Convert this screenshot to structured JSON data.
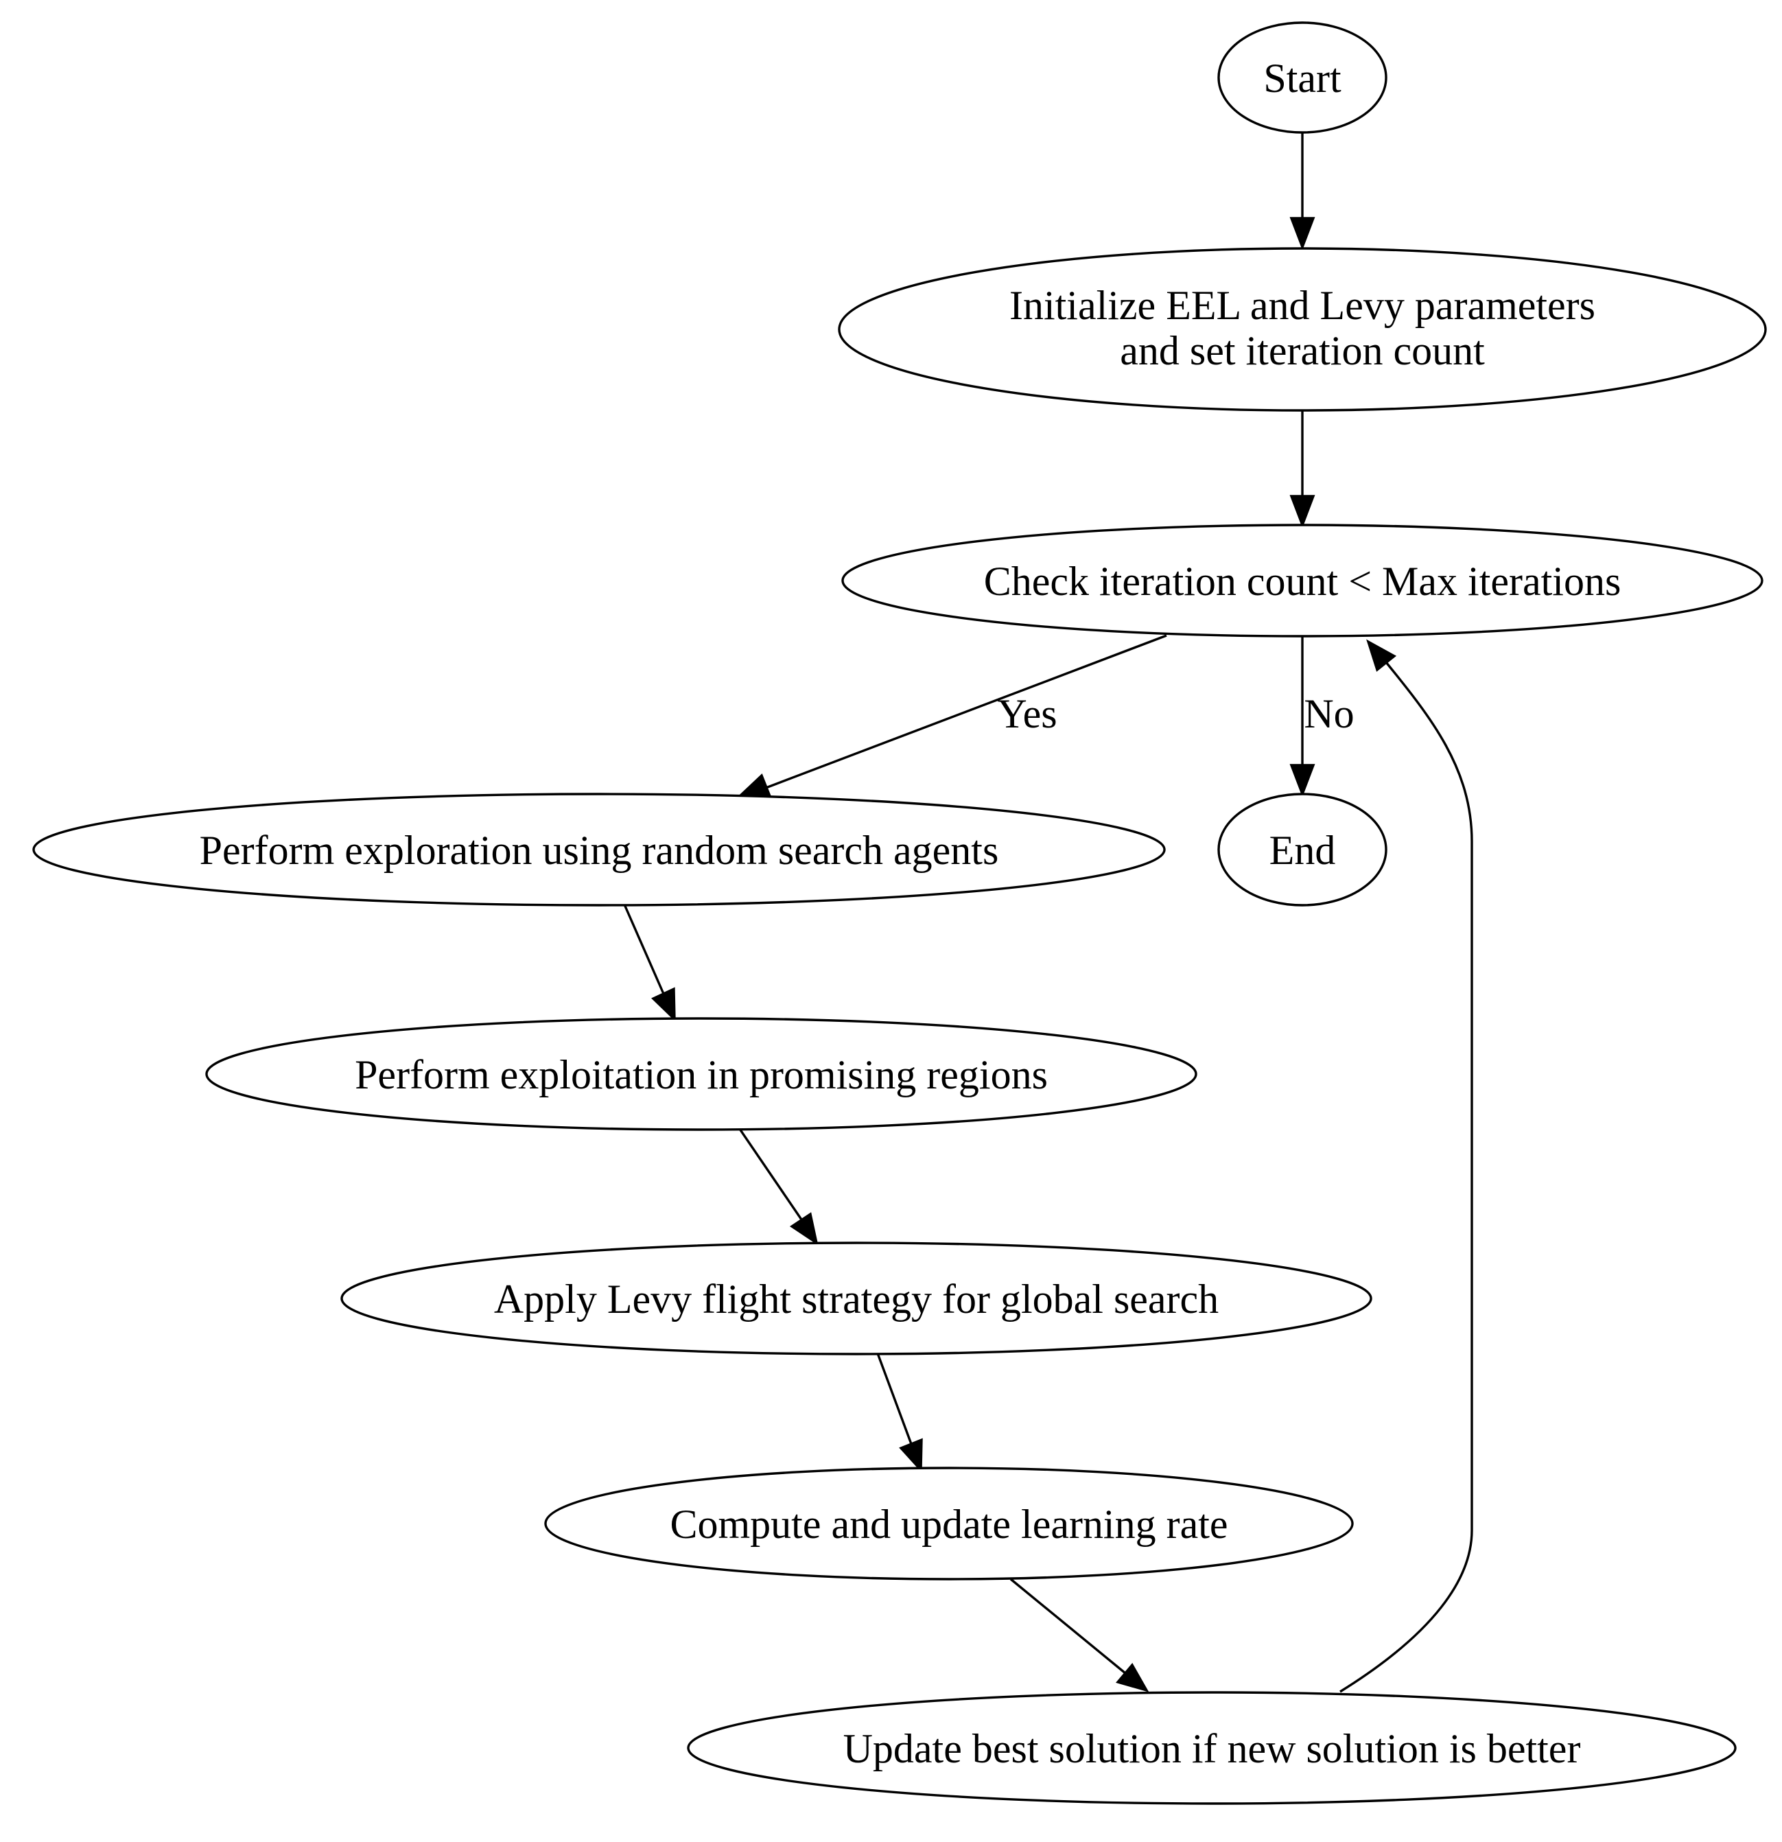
{
  "diagram": {
    "nodes": {
      "start": {
        "label": "Start"
      },
      "init": {
        "line1": "Initialize EEL and Levy parameters",
        "line2": "and set iteration count"
      },
      "check": {
        "label": "Check iteration count < Max iterations"
      },
      "exploration": {
        "label": "Perform exploration using random search agents"
      },
      "end": {
        "label": "End"
      },
      "exploitation": {
        "label": "Perform exploitation in promising regions"
      },
      "levy": {
        "label": "Apply Levy flight strategy for global search"
      },
      "learning_rate": {
        "label": "Compute and update learning rate"
      },
      "update_best": {
        "label": "Update best solution if new solution is better"
      }
    },
    "edges": {
      "check_to_exploration": {
        "label": "Yes"
      },
      "check_to_end": {
        "label": "No"
      }
    }
  }
}
